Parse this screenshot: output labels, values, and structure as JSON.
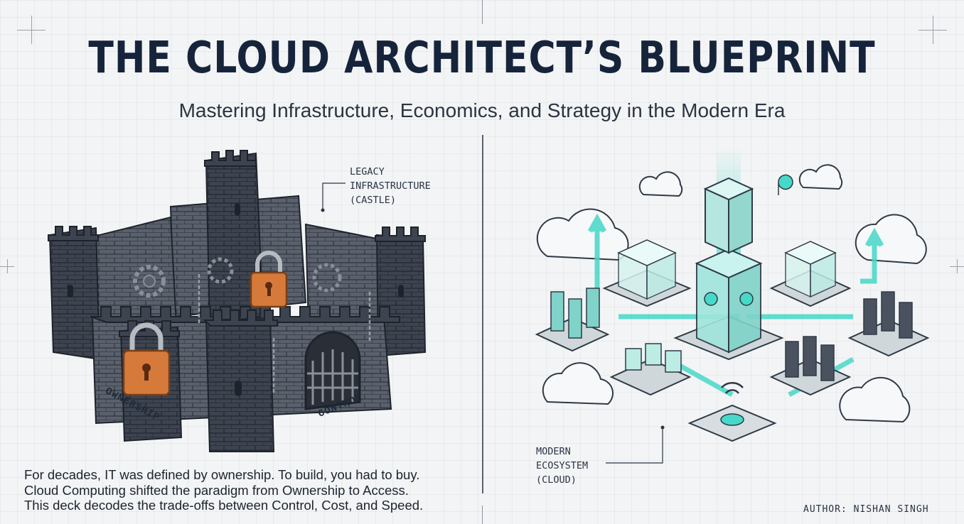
{
  "header": {
    "title": "THE CLOUD ARCHITECT’S BLUEPRINT",
    "subtitle": "Mastering Infrastructure, Economics, and Strategy in the Modern Era"
  },
  "left_panel": {
    "callout": "LEGACY\nINFRASTRUCTURE\n(CASTLE)",
    "label_ownership": "OWNERSHIP",
    "label_control": "CONTROL",
    "intro_lines": [
      "For decades, IT was defined by ownership. To build, you had to buy.",
      "Cloud Computing shifted the paradigm from Ownership to Access.",
      "This deck decodes the trade-offs between Control, Cost, and Speed."
    ]
  },
  "right_panel": {
    "callout": "MODERN\nECOSYSTEM\n(CLOUD)"
  },
  "footer": {
    "author": "AUTHOR: NISHAN SINGH"
  },
  "colors": {
    "stone_dark": "#3d4450",
    "stone_mid": "#5a616c",
    "lock_orange": "#d67a3c",
    "cloud_teal": "#46d8c8",
    "ink": "#16243b"
  }
}
